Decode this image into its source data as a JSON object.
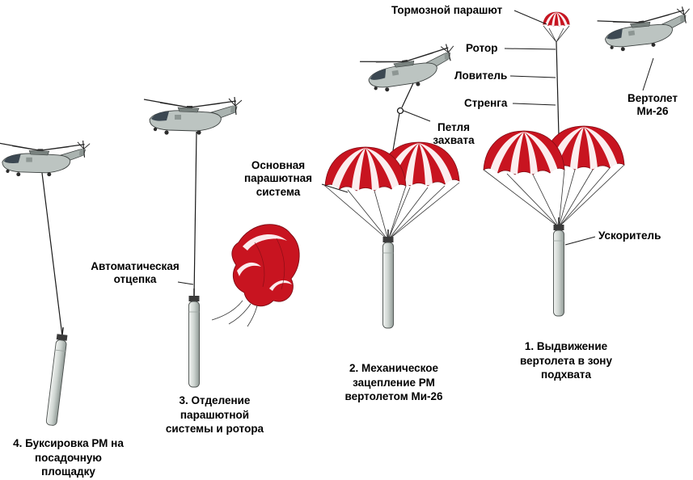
{
  "labels": {
    "brake_chute": "Тормозной парашют",
    "rotor": "Ротор",
    "catcher": "Ловитель",
    "strop": "Стренга",
    "grab_loop": "Петля захвата",
    "main_chute_system": "Основная парашютная система",
    "auto_release": "Автоматическая отцепка",
    "helicopter": "Вертолет Ми-26",
    "booster": "Ускоритель"
  },
  "captions": {
    "stage1": "1. Выдвижение вертолета в зону подхвата",
    "stage2": "2. Механическое зацепление РМ вертолетом Ми-26",
    "stage3": "3. Отделение парашютной системы и ротора",
    "stage4": "4. Буксировка РМ на посадочную площадку"
  },
  "colors": {
    "canopy_red": "#c81420",
    "canopy_edge": "#7e0b14",
    "payload_dark": "#3a3a3a",
    "line": "#1a1a1a"
  }
}
